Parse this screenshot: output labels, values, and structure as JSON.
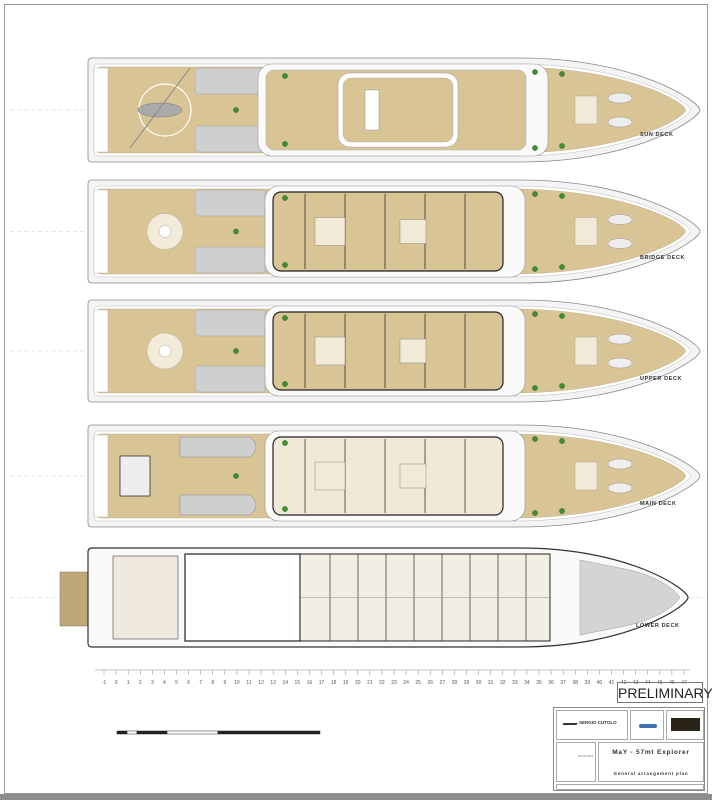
{
  "decks": [
    {
      "id": "sun",
      "label": "SUN DECK"
    },
    {
      "id": "bridge",
      "label": "BRIDGE DECK"
    },
    {
      "id": "upper",
      "label": "UPPER DECK"
    },
    {
      "id": "main",
      "label": "MAIN DECK"
    },
    {
      "id": "lower",
      "label": "LOWER DECK"
    }
  ],
  "ruler": {
    "frames": [
      -1,
      0,
      1,
      2,
      3,
      4,
      5,
      6,
      7,
      8,
      9,
      10,
      11,
      12,
      13,
      14,
      15,
      16,
      17,
      18,
      19,
      20,
      21,
      22,
      23,
      24,
      25,
      26,
      27,
      28,
      29,
      30,
      31,
      32,
      33,
      34,
      35,
      36,
      37,
      38,
      39,
      40,
      41,
      42,
      43,
      44,
      45,
      46,
      47
    ]
  },
  "status": "PRELIMINARY",
  "title_block": {
    "designer": "SERGIO CUTOLO",
    "project": "MaY - 57mt Explorer",
    "drawing": "General arrangement plan",
    "date": "22.05.2014"
  },
  "colors": {
    "deck": "#d9c496",
    "hull": "#f4f4f4",
    "line": "#8a8a8a",
    "plant": "#3f8f2f",
    "tender": "#cfcfcf",
    "furniture": "#f1ead6"
  }
}
